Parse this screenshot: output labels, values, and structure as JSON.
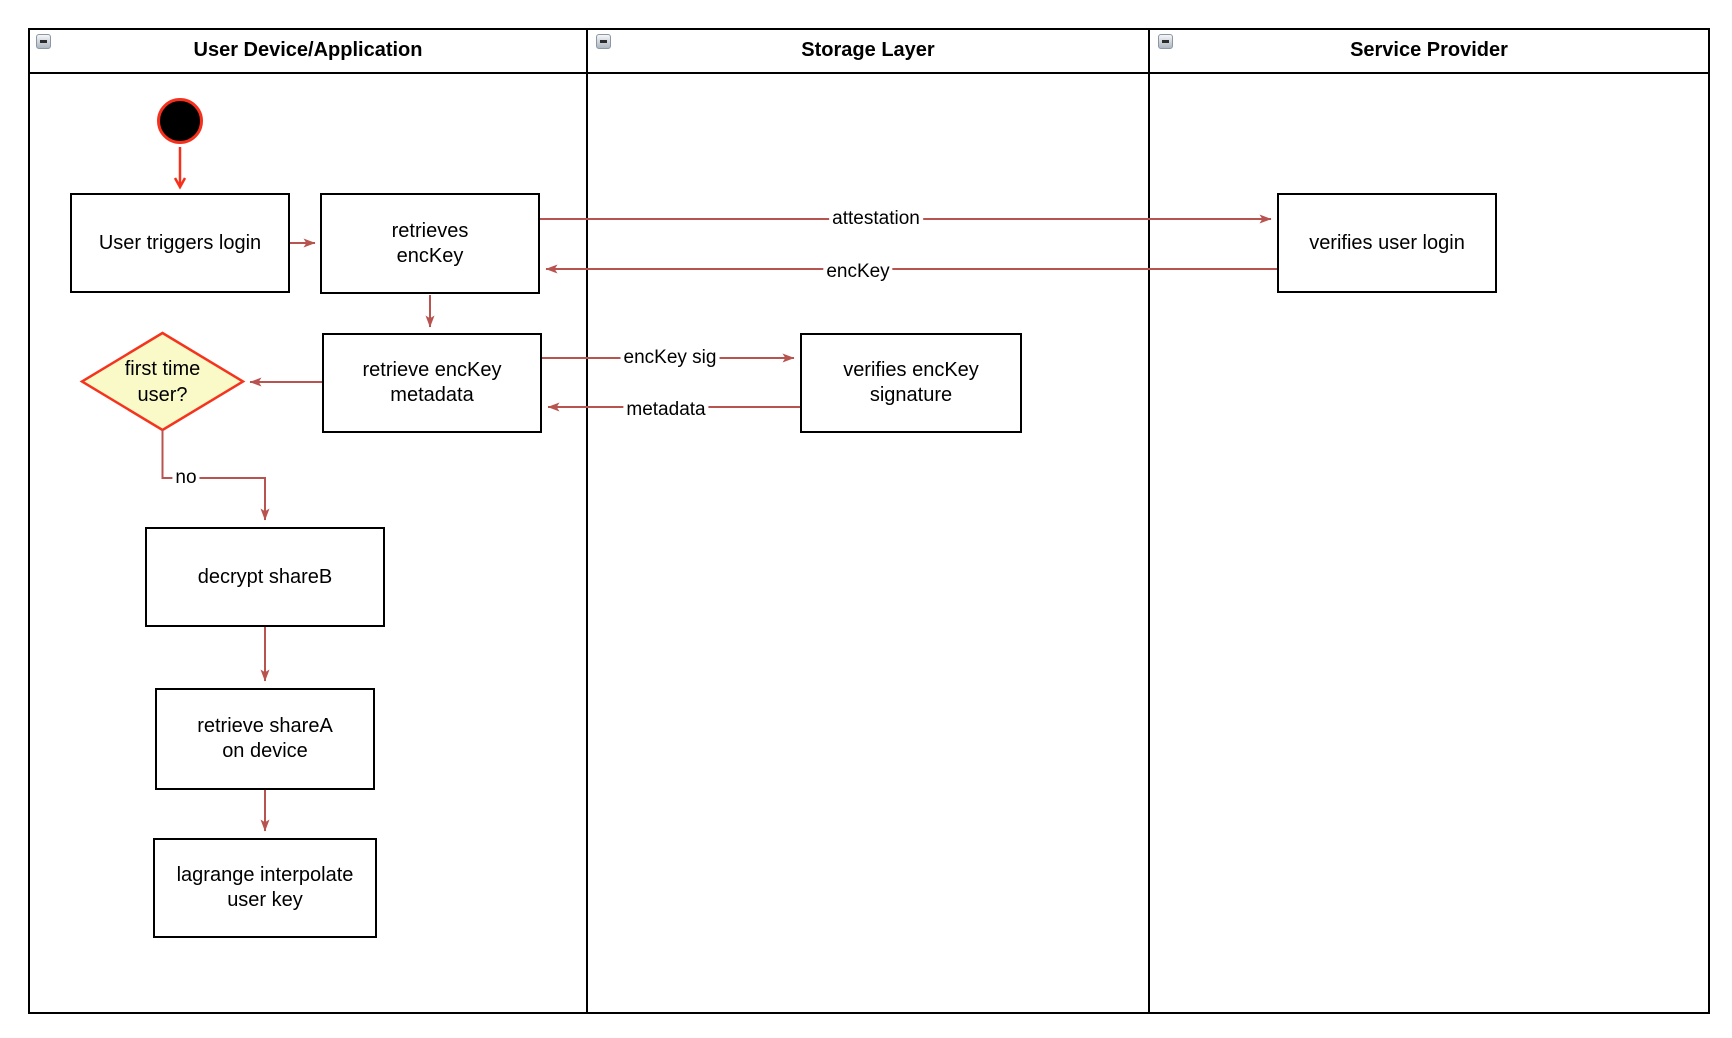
{
  "lanes": [
    {
      "title": "User Device/Application"
    },
    {
      "title": "Storage Layer"
    },
    {
      "title": "Service Provider"
    }
  ],
  "nodes": {
    "user_triggers_login": {
      "lines": [
        "User triggers login"
      ]
    },
    "retrieves_enckey": {
      "lines": [
        "retrieves",
        "encKey"
      ]
    },
    "retrieve_enckey_metadata": {
      "lines": [
        "retrieve encKey",
        "metadata"
      ]
    },
    "verifies_enckey_signature": {
      "lines": [
        "verifies encKey",
        "signature"
      ]
    },
    "verifies_user_login": {
      "lines": [
        "verifies user login"
      ]
    },
    "first_time_user": {
      "lines": [
        "first time",
        "user?"
      ]
    },
    "decrypt_shareb": {
      "lines": [
        "decrypt shareB"
      ]
    },
    "retrieve_sharea": {
      "lines": [
        "retrieve shareA",
        "on device"
      ]
    },
    "lagrange_interpolate": {
      "lines": [
        "lagrange interpolate",
        "user key"
      ]
    }
  },
  "edge_labels": {
    "attestation": "attestation",
    "enckey": "encKey",
    "enckey_sig": "encKey sig",
    "metadata": "metadata",
    "no": "no"
  },
  "colors": {
    "connector": "#B85450",
    "accent_red": "#F5301D",
    "diamond_fill": "#FAFAC8",
    "diamond_border": "#F5341F",
    "lane_border": "#000000"
  }
}
